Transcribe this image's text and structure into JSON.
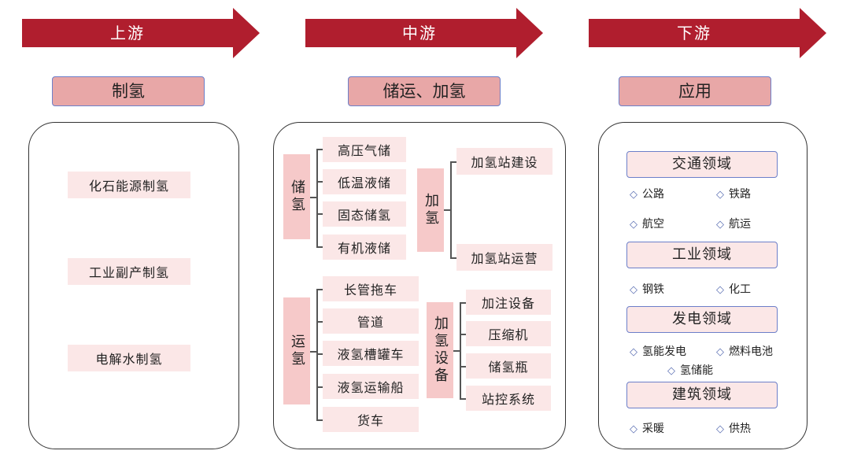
{
  "stages": {
    "upstream": "上游",
    "midstream": "中游",
    "downstream": "下游"
  },
  "titles": {
    "production": "制氢",
    "storage": "储运、加氢",
    "application": "应用"
  },
  "production_methods": [
    "化石能源制氢",
    "工业副产制氢",
    "电解水制氢"
  ],
  "storage": {
    "label": "储氢",
    "items": [
      "高压气储",
      "低温液储",
      "固态储氢",
      "有机液储"
    ]
  },
  "refuel": {
    "label": "加氢",
    "items": [
      "加氢站建设",
      "加氢站运营"
    ]
  },
  "transport": {
    "label": "运氢",
    "items": [
      "长管拖车",
      "管道",
      "液氢槽罐车",
      "液氢运输船",
      "货车"
    ]
  },
  "equipment": {
    "label": "加氢设备",
    "items": [
      "加注设备",
      "压缩机",
      "储氢瓶",
      "站控系统"
    ]
  },
  "fields": [
    {
      "name": "交通领域",
      "apps": [
        "公路",
        "铁路",
        "航空",
        "航运"
      ]
    },
    {
      "name": "工业领域",
      "apps": [
        "钢铁",
        "化工"
      ]
    },
    {
      "name": "发电领域",
      "apps": [
        "氢能发电",
        "燃料电池",
        "氢储能"
      ]
    },
    {
      "name": "建筑领域",
      "apps": [
        "采暖",
        "供热"
      ]
    }
  ],
  "colors": {
    "arrow": "#b01e2e",
    "title_fill": "#e8a7a7",
    "box_fill": "#fbe7e7",
    "label_fill": "#f6c9c9",
    "border_blue": "#6c7fc9"
  }
}
